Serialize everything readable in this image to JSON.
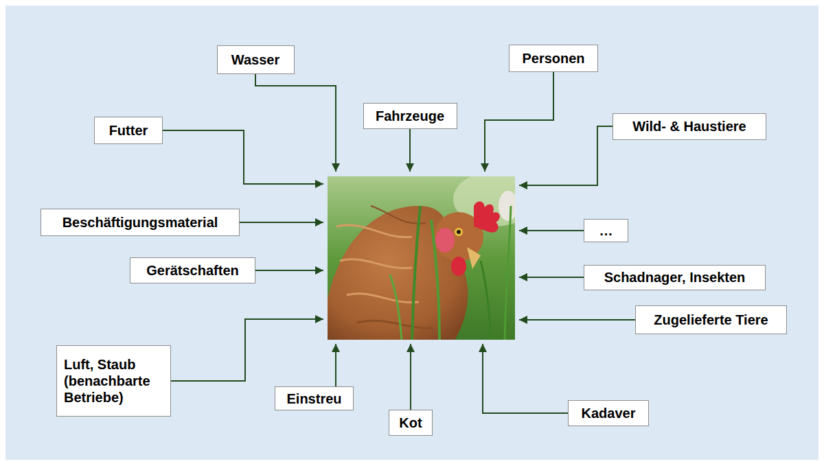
{
  "diagram": {
    "nodes": [
      {
        "text": [
          "Wasser"
        ]
      },
      {
        "text": [
          "Personen"
        ]
      },
      {
        "text": [
          "Fahrzeuge"
        ]
      },
      {
        "text": [
          "Wild- & Haustiere"
        ]
      },
      {
        "text": [
          "Futter"
        ]
      },
      {
        "text": [
          "Beschäftigungsmaterial"
        ]
      },
      {
        "text": [
          "…"
        ]
      },
      {
        "text": [
          "Gerätschaften"
        ]
      },
      {
        "text": [
          "Schadnager, Insekten"
        ]
      },
      {
        "text": [
          "Zugelieferte Tiere"
        ]
      },
      {
        "text": [
          "Luft, Staub (benachbarte Betriebe)"
        ]
      },
      {
        "text": [
          "Einstreu"
        ]
      },
      {
        "text": [
          "Kadaver"
        ]
      },
      {
        "text": [
          "Kot"
        ]
      }
    ]
  }
}
